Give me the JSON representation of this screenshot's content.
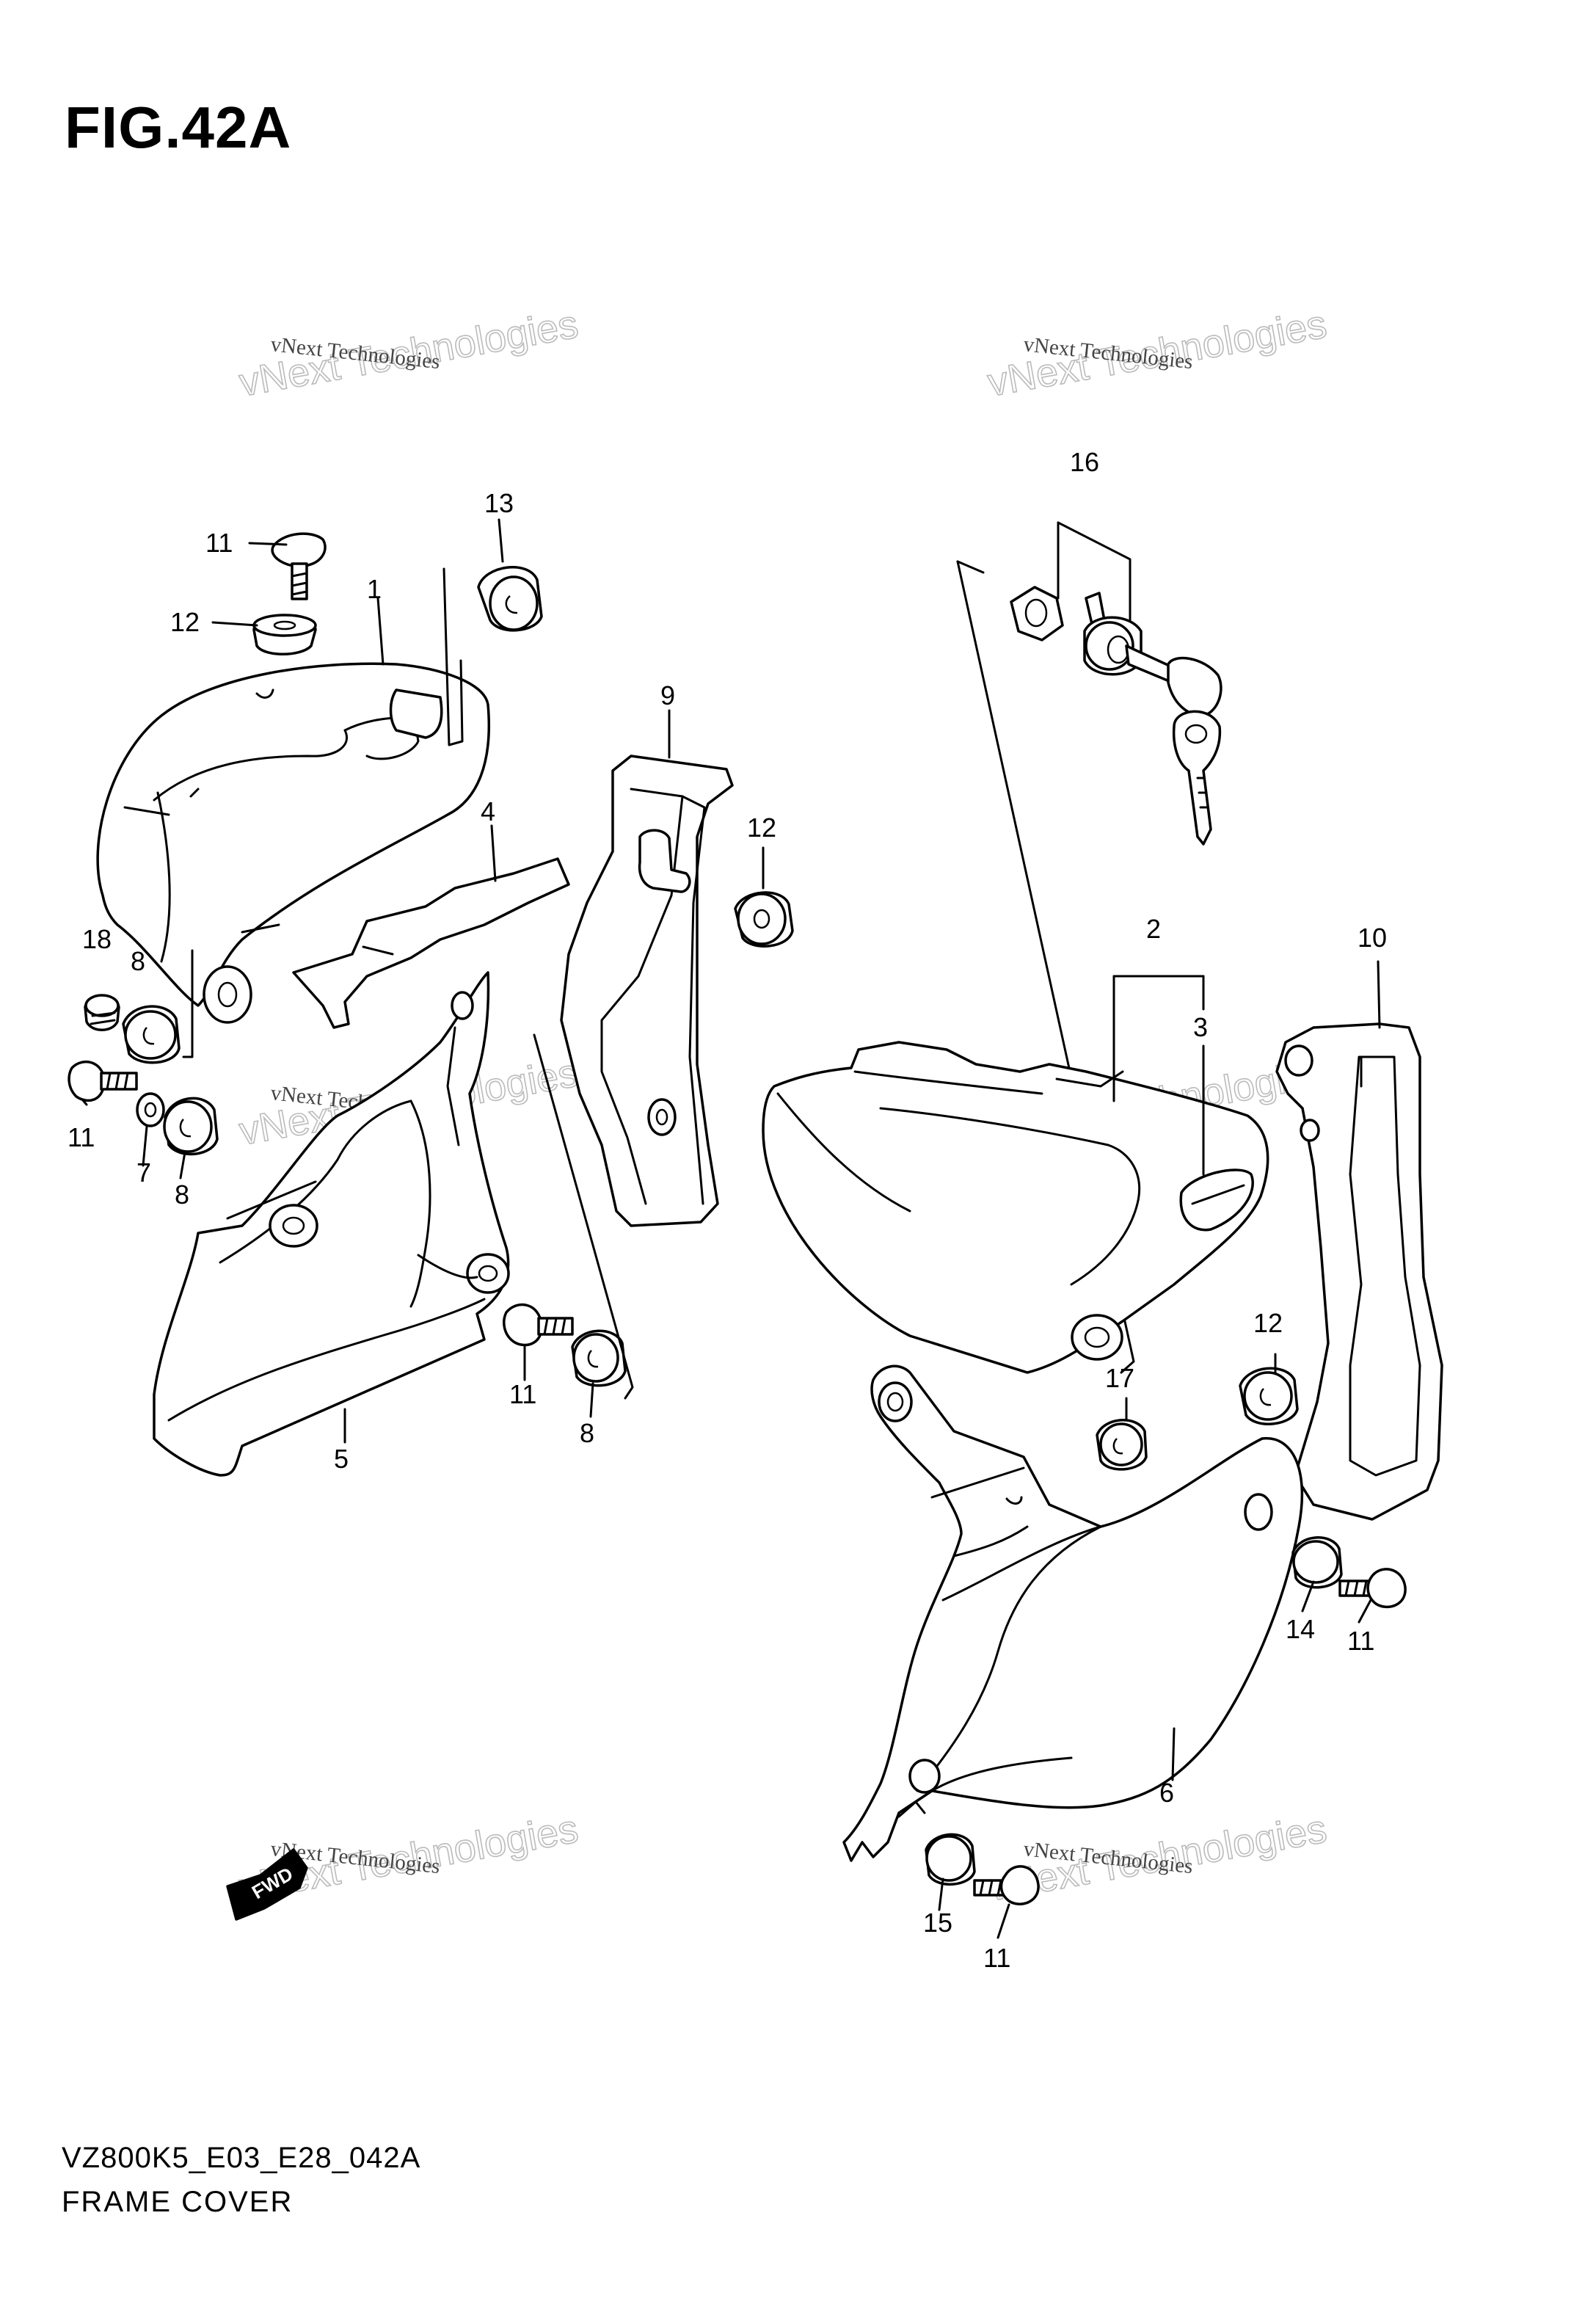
{
  "figure": {
    "title": "FIG.42A",
    "model_code": "VZ800K5_E03_E28_042A",
    "name": "FRAME COVER"
  },
  "watermark": {
    "small_text": "vNext Technologies",
    "big_text": "vNext Technologies"
  },
  "fwd_label": "FWD",
  "callouts": {
    "c1": "1",
    "c2": "2",
    "c3": "3",
    "c4": "4",
    "c5": "5",
    "c6": "6",
    "c7": "7",
    "c8a": "8",
    "c8b": "8",
    "c8c": "8",
    "c9": "9",
    "c10": "10",
    "c11a": "11",
    "c11b": "11",
    "c11c": "11",
    "c11d": "11",
    "c11e": "11",
    "c12a": "12",
    "c12b": "12",
    "c12c": "12",
    "c13": "13",
    "c14": "14",
    "c15": "15",
    "c16": "16",
    "c17": "17",
    "c18": "18"
  },
  "colors": {
    "ink": "#000000",
    "watermark": "#bbbbbb",
    "background": "#ffffff"
  }
}
